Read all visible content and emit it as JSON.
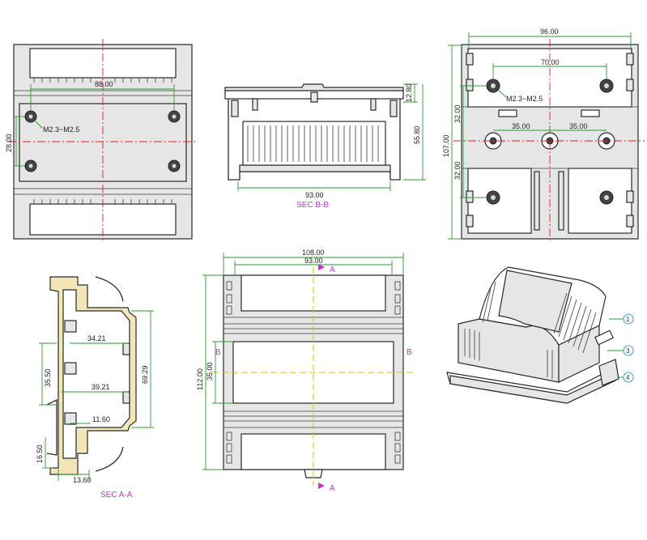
{
  "views": {
    "top_left": {
      "dim_width": "88.00",
      "dim_height": "28.00",
      "hole_note": "M2.3~M2.5"
    },
    "section_bb": {
      "dim_width": "93.00",
      "dim_top": "12.80",
      "dim_height": "55.80",
      "caption": "SEC B-B"
    },
    "top_right": {
      "dim_outer": "96.00",
      "dim_holes": "70.00",
      "hole_note": "M2.3~M2.5",
      "dim_left": "35.00",
      "dim_right": "35.00",
      "dim_total_height": "107.00",
      "dim_upper": "32.00",
      "dim_lower": "32.00"
    },
    "section_aa": {
      "dim_a": "34.21",
      "dim_b": "39.21",
      "dim_c": "11.60",
      "dim_d": "35.50",
      "dim_e": "69.29",
      "dim_f": "16.50",
      "dim_g": "13.60",
      "caption": "SEC A-A"
    },
    "front": {
      "dim_outer": "108.00",
      "dim_inner": "93.00",
      "dim_height": "112.00",
      "dim_center": "35.00",
      "marker_a_top": "A",
      "marker_a_bottom": "A",
      "marker_b_left": "B",
      "marker_b_right": "B"
    },
    "iso": {
      "callouts": [
        "1",
        "3",
        "4"
      ]
    }
  },
  "colors": {
    "dimension": "#2e9b2e",
    "centerline": "#e02020",
    "section_marker": "#cc33cc",
    "body_fill": "#e6e6e6",
    "callout": "#33aacc"
  }
}
